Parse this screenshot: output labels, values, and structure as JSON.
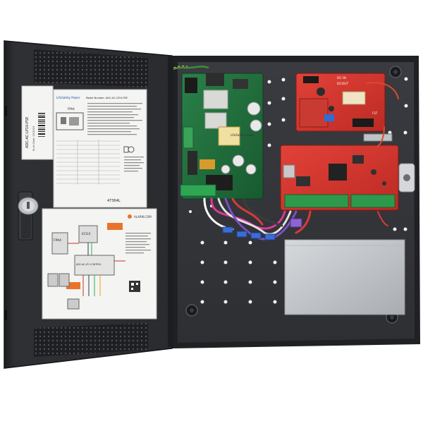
{
  "product_photo": {
    "door_barcode_label": {
      "code": "ADC-AC-LP10-PSE",
      "line2": "Build Date: 10/2019"
    },
    "top_label": {
      "brand": "LifeSafety Power",
      "model_heading": "Model Number: ADC-AC-LP10-PSE",
      "section_title": "FPA4",
      "serial": "47364L"
    },
    "wiring_label": {
      "brand": "ALARM.COM",
      "module_a": "FPA4",
      "module_b": "ECG3",
      "module_c": "ADC-AC-LP1 CONTROL",
      "badge_color": "#e8742c"
    },
    "power_board": {
      "label": "LifeSafety Power",
      "color": "#1f6b3a"
    },
    "small_board": {
      "labels": [
        "DC IN",
        "DCOUT",
        "FLT"
      ],
      "color": "#d8312c"
    },
    "control_board": {
      "color": "#d8312c"
    },
    "colors": {
      "enclosure": "#2a2b2e",
      "door": "#2b2c30",
      "backplate": "#34353a",
      "mount_plate": "#c7cbcf"
    }
  }
}
